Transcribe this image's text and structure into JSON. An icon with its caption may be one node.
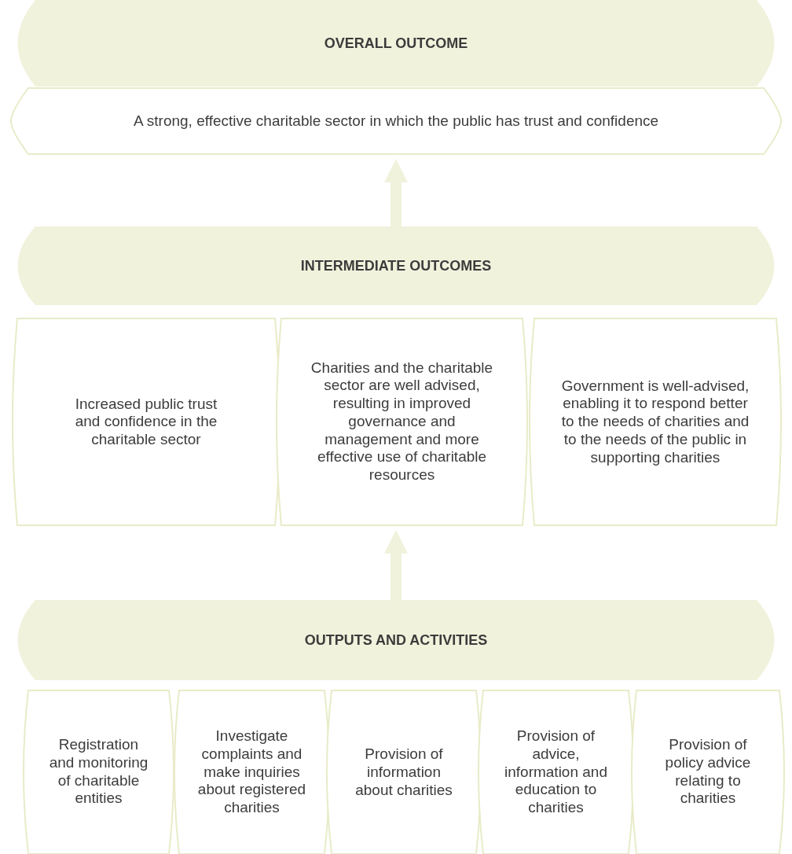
{
  "diagram": {
    "nodes": [
      {
        "text": [
          "OVERALL OUTCOME"
        ]
      },
      {
        "text": [
          "A strong, effective charitable sector in which the public has trust and confidence"
        ]
      },
      {
        "text": [
          "INTERMEDIATE OUTCOMES"
        ]
      },
      {
        "text": [
          "Increased public trust and confidence in the charitable sector"
        ]
      },
      {
        "text": [
          "Charities and the charitable sector are well advised, resulting in improved governance and management and more effective use of charitable resources"
        ]
      },
      {
        "text": [
          "Government is well-advised, enabling it to respond better to the needs of charities and to the needs of the public in supporting charities"
        ]
      },
      {
        "text": [
          "OUTPUTS AND ACTIVITIES"
        ]
      },
      {
        "text": [
          "Registration and monitoring of charitable entities"
        ]
      },
      {
        "text": [
          "Investigate complaints and make inquiries about registered charities"
        ]
      },
      {
        "text": [
          "Provision of information about charities"
        ]
      },
      {
        "text": [
          "Provision of advice, information and education to charities"
        ]
      },
      {
        "text": [
          "Provision of policy advice relating to charities"
        ]
      }
    ],
    "edges": [
      {
        "from": 2,
        "to": 1,
        "arrow": "to"
      },
      {
        "from": 6,
        "to": 4,
        "arrow": "to"
      }
    ]
  }
}
